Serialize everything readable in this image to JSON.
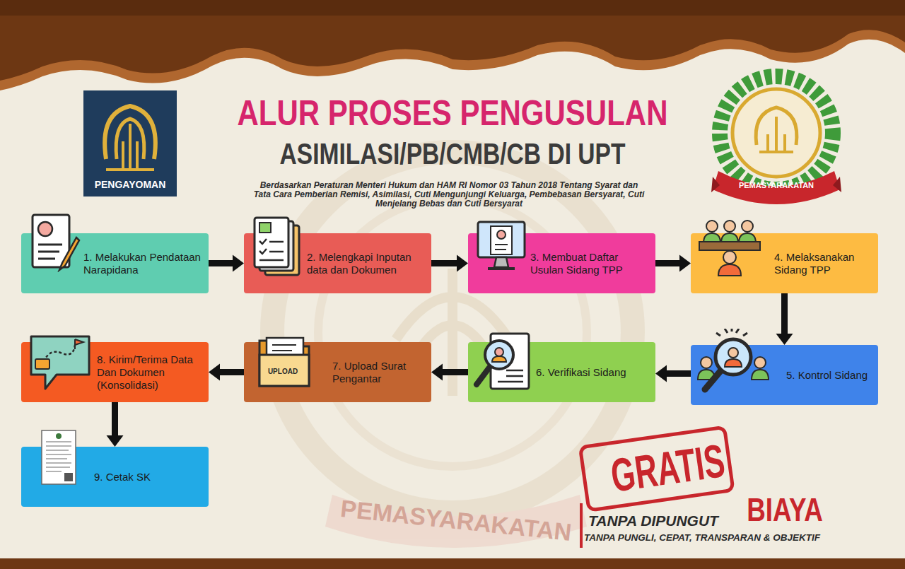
{
  "diagram": {
    "title": "ALUR PROSES PENGUSULAN",
    "nodes": [
      {
        "text": [
          "1. Melakukan Pendataan Narapidana"
        ]
      },
      {
        "text": [
          "2. Melengkapi Inputan data dan Dokumen"
        ]
      },
      {
        "text": [
          "3. Membuat Daftar Usulan Sidang TPP"
        ]
      },
      {
        "text": [
          "4. Melaksanakan Sidang TPP"
        ]
      },
      {
        "text": [
          "5. Kontrol Sidang"
        ]
      },
      {
        "text": [
          "6. Verifikasi Sidang"
        ]
      },
      {
        "text": [
          "7. Upload Surat Pengantar"
        ]
      },
      {
        "text": [
          "8. Kirim/Terima Data Dan Dokumen (Konsolidasi)"
        ]
      },
      {
        "text": [
          "9. Cetak SK"
        ]
      }
    ],
    "edges": [
      {
        "from": 0,
        "to": 1,
        "arrow": "to"
      },
      {
        "from": 1,
        "to": 2,
        "arrow": "to"
      },
      {
        "from": 2,
        "to": 3,
        "arrow": "to"
      },
      {
        "from": 3,
        "to": 4,
        "arrow": "to"
      },
      {
        "from": 4,
        "to": 5,
        "arrow": "to"
      },
      {
        "from": 5,
        "to": 6,
        "arrow": "to"
      },
      {
        "from": 6,
        "to": 7,
        "arrow": "to"
      },
      {
        "from": 7,
        "to": 8,
        "arrow": "to"
      }
    ],
    "labels": [
      "ASIMILASI/PB/CMB/CB DI UPT",
      "Berdasarkan Peraturan Menteri Hukum dan HAM RI Nomor 03 Tahun 2018 Tentang Syarat dan Tata Cara Pemberian Remisi, Asimilasi, Cuti Mengunjungi Keluarga, Pembebasan Bersyarat, Cuti Menjelang Bebas dan Cuti Bersyarat",
      "PENGAYOMAN",
      "PEMASYARAKATAN",
      "UPLOAD",
      "PEMASYARAKATAN",
      "GRATIS",
      "TANPA DIPUNGUT",
      "BIAYA",
      "TANPA PUNGLI, CEPAT, TRANSPARAN & OBJEKTIF"
    ]
  }
}
